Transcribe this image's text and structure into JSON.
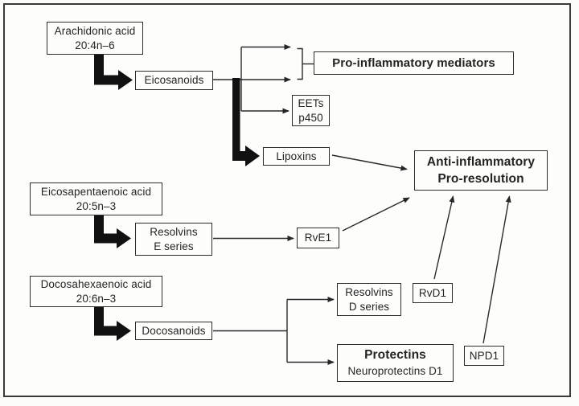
{
  "figure": {
    "kind": "metabolic-pathway-diagram",
    "topic": "Fatty acid derived lipid mediators"
  },
  "colors": {
    "line": "#262626",
    "thick_arrow": "#111111",
    "box_border": "#2d2a2a",
    "text": "#262323",
    "background": "#fcfcfb"
  },
  "nodes": {
    "arachidonic": {
      "line1": "Arachidonic acid",
      "line2": "20:4n–6"
    },
    "eicosanoids": {
      "label": "Eicosanoids"
    },
    "pro_inflammatory": {
      "label": "Pro-inflammatory mediators"
    },
    "eets": {
      "line1": "EETs",
      "line2": "p450"
    },
    "lipoxins": {
      "label": "Lipoxins"
    },
    "anti_inflammatory": {
      "line1": "Anti-inflammatory",
      "line2": "Pro-resolution"
    },
    "epa": {
      "line1": "Eicosapentaenoic acid",
      "line2": "20:5n–3"
    },
    "resolvins_e": {
      "line1": "Resolvins",
      "line2": "E series"
    },
    "rve1": {
      "label": "RvE1"
    },
    "dha": {
      "line1": "Docosahexaenoic acid",
      "line2": "20:6n–3"
    },
    "docosanoids": {
      "label": "Docosanoids"
    },
    "resolvins_d": {
      "line1": "Resolvins",
      "line2": "D series"
    },
    "rvd1": {
      "label": "RvD1"
    },
    "protectins": {
      "line1": "Protectins",
      "line2": "Neuroprotectins D1"
    },
    "npd1": {
      "label": "NPD1"
    }
  },
  "edges": [
    {
      "from": "arachidonic",
      "to": "eicosanoids",
      "style": "thick"
    },
    {
      "from": "eicosanoids",
      "to": "pro_inflammatory",
      "style": "thin-double-branch-bracket"
    },
    {
      "from": "eicosanoids",
      "to": "eets",
      "style": "thin"
    },
    {
      "from": "eicosanoids",
      "to": "lipoxins",
      "style": "thick"
    },
    {
      "from": "lipoxins",
      "to": "anti_inflammatory",
      "style": "thin"
    },
    {
      "from": "epa",
      "to": "resolvins_e",
      "style": "thick"
    },
    {
      "from": "resolvins_e",
      "to": "rve1",
      "style": "thin"
    },
    {
      "from": "rve1",
      "to": "anti_inflammatory",
      "style": "thin"
    },
    {
      "from": "dha",
      "to": "docosanoids",
      "style": "thick"
    },
    {
      "from": "docosanoids",
      "to": "resolvins_d",
      "style": "thin"
    },
    {
      "from": "docosanoids",
      "to": "protectins",
      "style": "thin"
    },
    {
      "from": "rvd1",
      "to": "anti_inflammatory",
      "style": "thin"
    },
    {
      "from": "npd1",
      "to": "anti_inflammatory",
      "style": "thin"
    }
  ]
}
